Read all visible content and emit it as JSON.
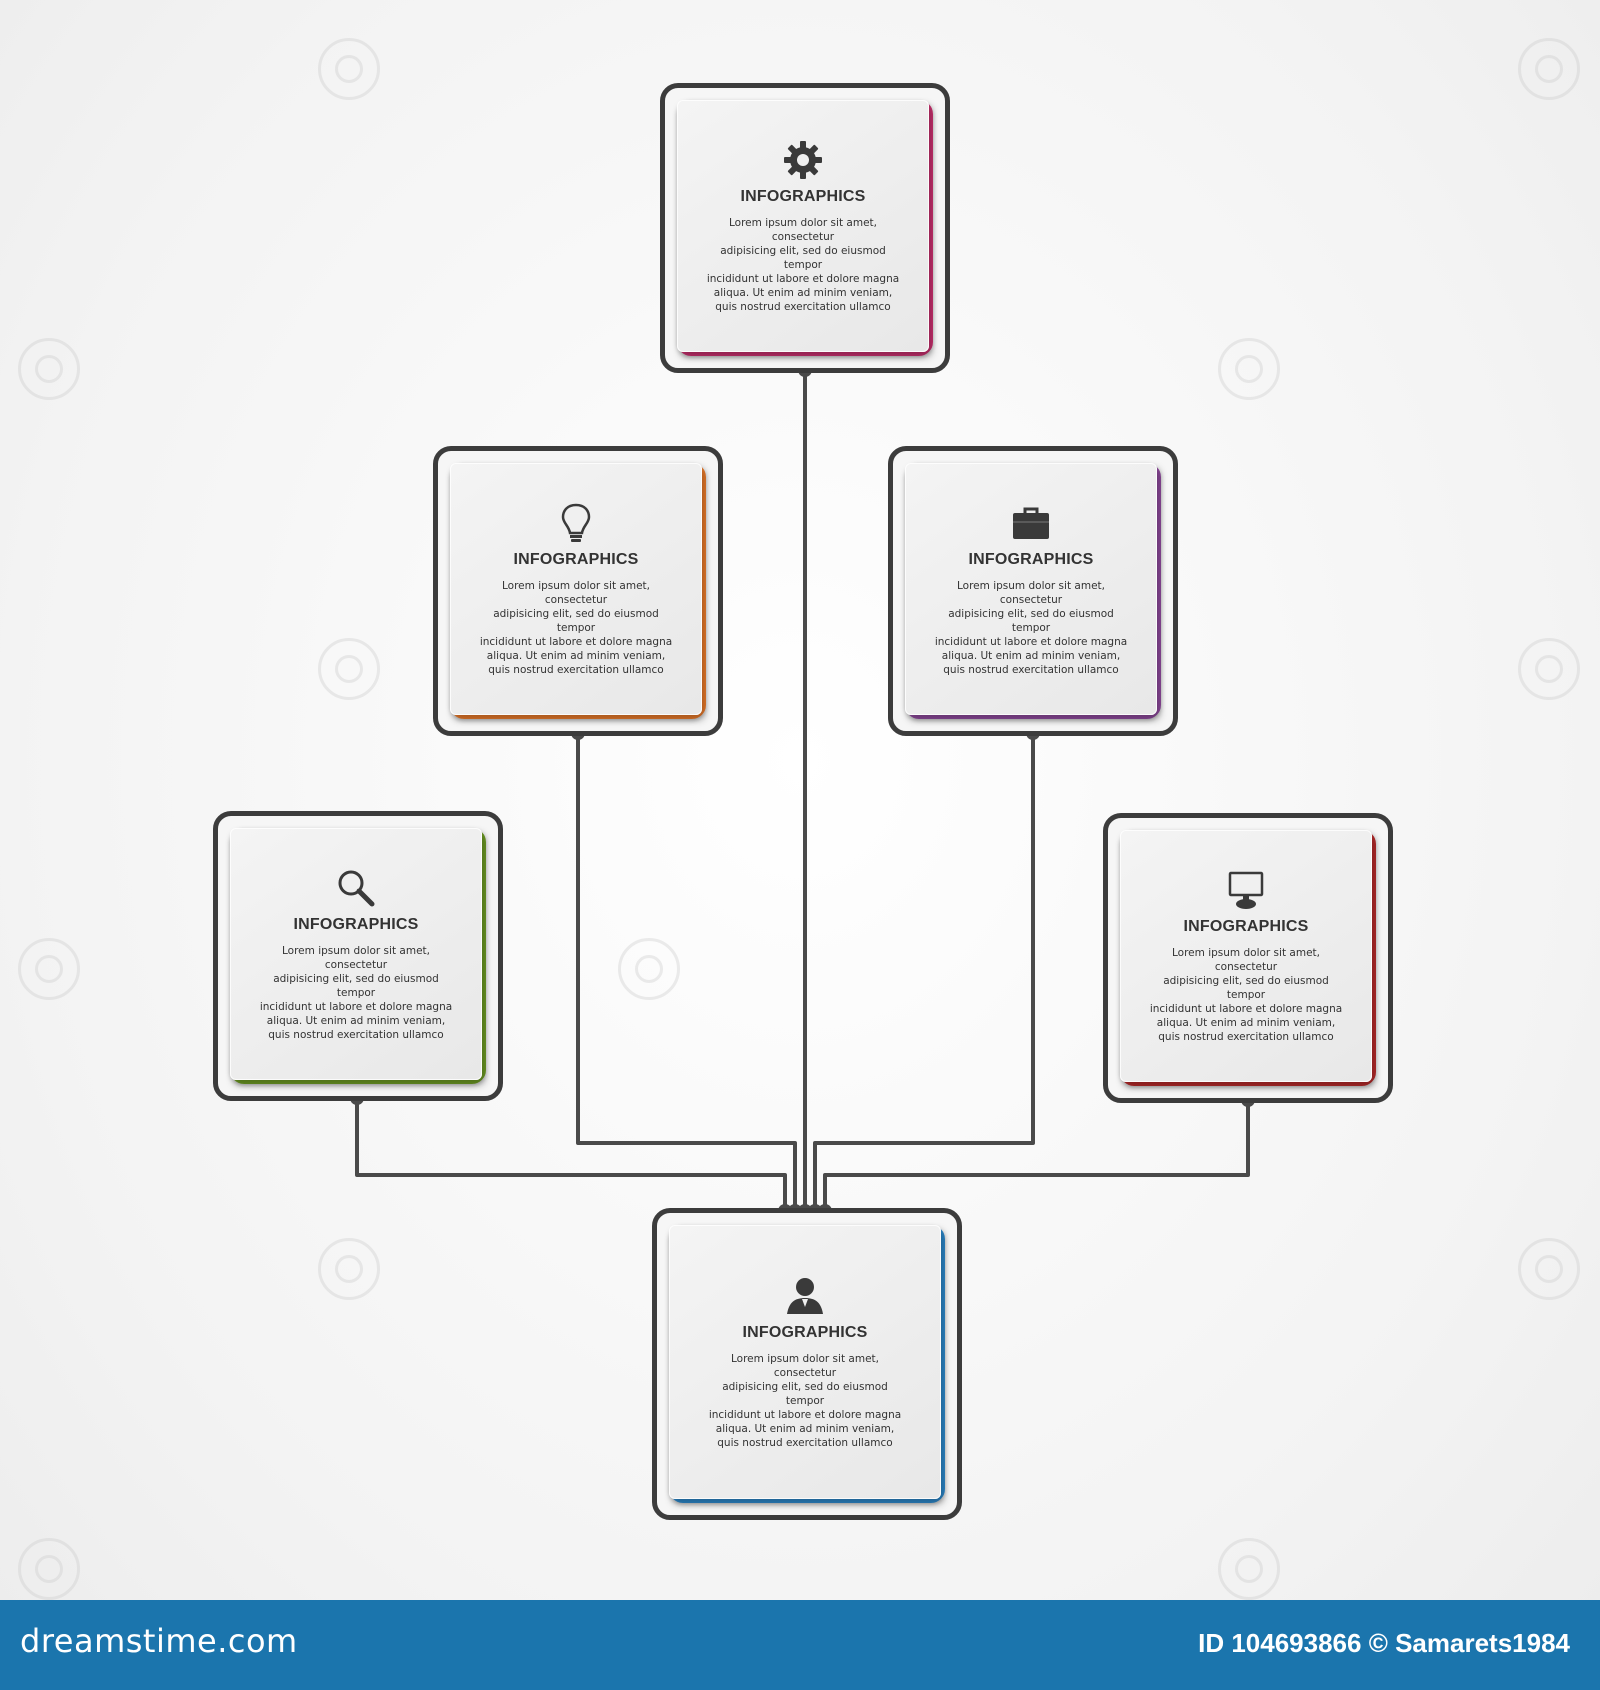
{
  "nodes": [
    {
      "id": "top",
      "icon": "gear-icon",
      "accent": "#c8306e",
      "title": "INFOGRAPHICS",
      "text": "Lorem ipsum dolor sit amet, consectetur\nadipisicing elit, sed do eiusmod tempor\nincididunt ut labore et dolore magna\naliqua. Ut enim ad minim veniam,\nquis nostrud exercitation ullamco"
    },
    {
      "id": "mid-left",
      "icon": "lightbulb-icon",
      "accent": "#e97a2a",
      "title": "INFOGRAPHICS",
      "text": "Lorem ipsum dolor sit amet, consectetur\nadipisicing elit, sed do eiusmod tempor\nincididunt ut labore et dolore magna\naliqua. Ut enim ad minim veniam,\nquis nostrud exercitation ullamco"
    },
    {
      "id": "mid-right",
      "icon": "briefcase-icon",
      "accent": "#8e4a9c",
      "title": "INFOGRAPHICS",
      "text": "Lorem ipsum dolor sit amet, consectetur\nadipisicing elit, sed do eiusmod tempor\nincididunt ut labore et dolore magna\naliqua. Ut enim ad minim veniam,\nquis nostrud exercitation ullamco"
    },
    {
      "id": "low-left",
      "icon": "magnifier-icon",
      "accent": "#6c9a23",
      "title": "INFOGRAPHICS",
      "text": "Lorem ipsum dolor sit amet, consectetur\nadipisicing elit, sed do eiusmod tempor\nincididunt ut labore et dolore magna\naliqua. Ut enim ad minim veniam,\nquis nostrud exercitation ullamco"
    },
    {
      "id": "low-right",
      "icon": "monitor-icon",
      "accent": "#b62a2a",
      "title": "INFOGRAPHICS",
      "text": "Lorem ipsum dolor sit amet, consectetur\nadipisicing elit, sed do eiusmod tempor\nincididunt ut labore et dolore magna\naliqua. Ut enim ad minim veniam,\nquis nostrud exercitation ullamco"
    },
    {
      "id": "bottom",
      "icon": "person-icon",
      "accent": "#2c87c9",
      "title": "INFOGRAPHICS",
      "text": "Lorem ipsum dolor sit amet, consectetur\nadipisicing elit, sed do eiusmod tempor\nincididunt ut labore et dolore magna\naliqua. Ut enim ad minim veniam,\nquis nostrud exercitation ullamco"
    }
  ],
  "line_color": "#4a4a4a",
  "footer": {
    "site": "dreamstime.com",
    "id_text": "ID 104693866 © Samarets1984",
    "color": "#1b75ad"
  }
}
